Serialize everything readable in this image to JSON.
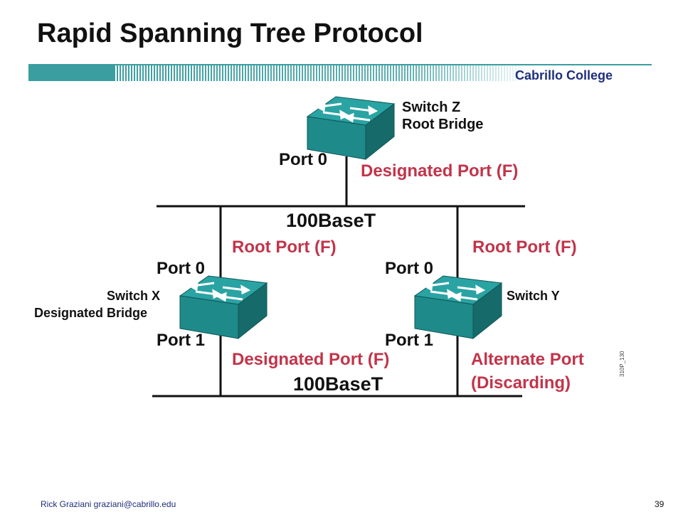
{
  "slide": {
    "title": "Rapid Spanning Tree Protocol",
    "college": "Cabrillo College",
    "footer_author": "Rick Graziani  graziani@cabrillo.edu",
    "page_number": "39",
    "figure_id": "310P_130"
  },
  "diagram": {
    "switch_z": {
      "name": "Switch Z",
      "role": "Root Bridge",
      "port_label": "Port 0",
      "port_role": "Designated Port (F)"
    },
    "top_segment": "100BaseT",
    "switch_x": {
      "name": "Switch X",
      "role": "Designated Bridge",
      "port0_label": "Port 0",
      "port0_role": "Root Port (F)",
      "port1_label": "Port 1",
      "port1_role": "Designated Port (F)"
    },
    "switch_y": {
      "name": "Switch Y",
      "port0_label": "Port 0",
      "port0_role": "Root Port (F)",
      "port1_label": "Port 1",
      "port1_role_line1": "Alternate Port",
      "port1_role_line2": "(Discarding)"
    },
    "bottom_segment": "100BaseT"
  },
  "colors": {
    "switch_face": "#1f8a8a",
    "switch_top": "#2aa3a3",
    "switch_dark": "#166a6a",
    "role_text": "#c2344a",
    "band": "#3a9ea0",
    "college_text": "#1e2f7a"
  },
  "icons": [
    "switch-z-icon",
    "switch-x-icon",
    "switch-y-icon"
  ]
}
